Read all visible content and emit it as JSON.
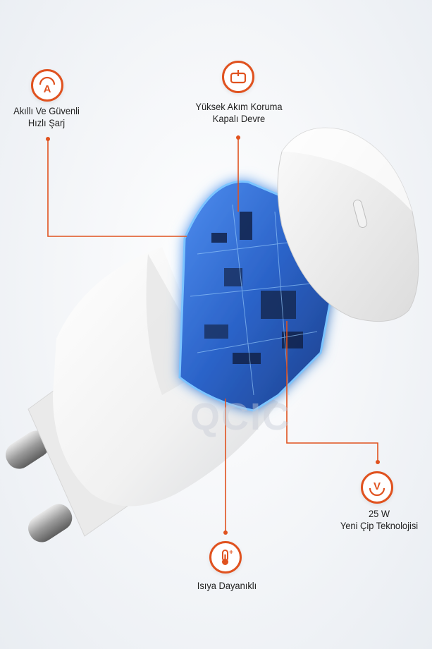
{
  "features": {
    "smart_charging": {
      "label_line1": "Akıllı Ve Güvenli",
      "label_line2": "Hızlı Şarj",
      "icon": "a-letter-icon"
    },
    "overcurrent": {
      "label_line1": "Yüksek Akım Koruma",
      "label_line2": "Kapalı Devre",
      "icon": "power-icon"
    },
    "heat_resistant": {
      "label": "Isıya Dayanıklı",
      "icon": "thermometer-icon"
    },
    "chip": {
      "label_line1": "25 W",
      "label_line2": "Yeni Çip Teknolojisi",
      "icon": "v-chip-icon"
    }
  },
  "watermark": "QCIC",
  "colors": {
    "accent": "#e0521f",
    "board": "#2f6fd8",
    "glow": "#3fa9ff",
    "shell": "#f6f6f6"
  }
}
